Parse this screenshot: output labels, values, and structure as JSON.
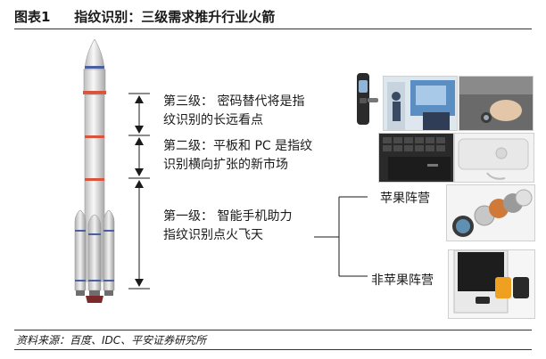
{
  "figure": {
    "label": "图表1",
    "title": "指纹识别：三级需求推升行业火箭"
  },
  "stages": [
    {
      "line1": "第三级：  密码替代将是指",
      "line2": "纹识别的长远看点"
    },
    {
      "line1": "第二级：平板和 PC 是指纹",
      "line2": "识别横向扩张的新市场"
    },
    {
      "line1": "第一级：  智能手机助力",
      "line2": "指纹识别点火飞天"
    }
  ],
  "camps": {
    "apple": "苹果阵营",
    "non_apple": "非苹果阵营"
  },
  "source": "资料来源：百度、IDC、平安证券研究所",
  "colors": {
    "rocket_body": "#e9e9e9",
    "rocket_band_red": "#d8553c",
    "rocket_band_blue": "#4a5fa0",
    "text": "#1a1a1a"
  }
}
